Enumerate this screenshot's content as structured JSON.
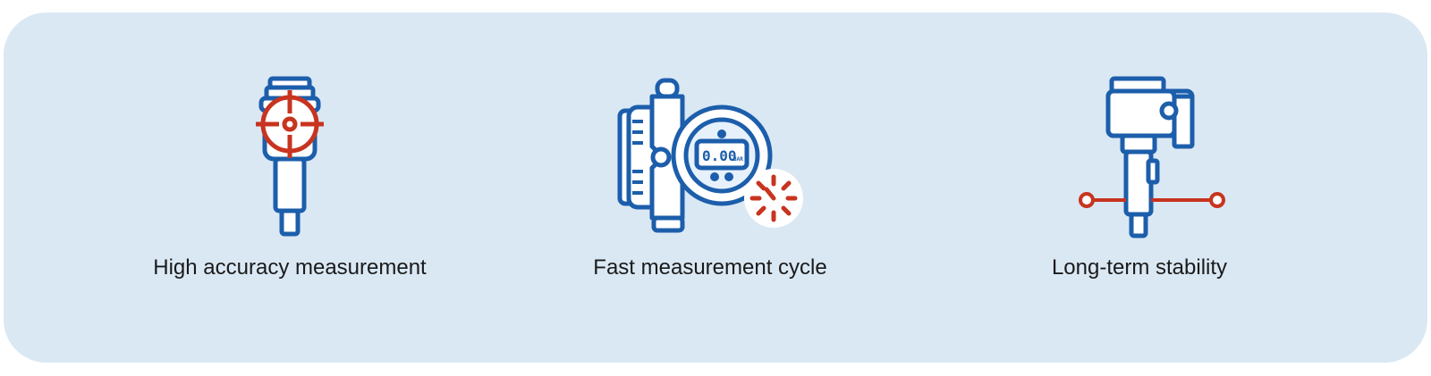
{
  "features": [
    {
      "label": "High accuracy measurement",
      "icon": "target-sensor-icon"
    },
    {
      "label": "Fast measurement cycle",
      "icon": "transmitter-clock-icon",
      "display_value": "0.00",
      "display_unit": "BAR"
    },
    {
      "label": "Long-term stability",
      "icon": "stability-sensor-icon"
    }
  ],
  "colors": {
    "panel_background": "#dae8f4",
    "icon_blue": "#1c5eab",
    "icon_fill": "#ffffff",
    "icon_light": "#e6f1fb",
    "accent_red": "#c8341f",
    "text": "#1a1a1a"
  }
}
